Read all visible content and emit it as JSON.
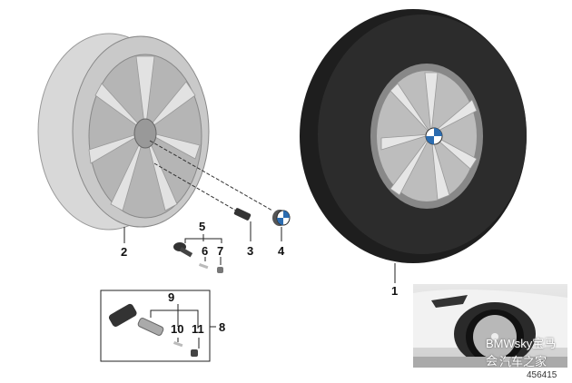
{
  "labels": {
    "p1": "1",
    "p2": "2",
    "p3": "3",
    "p4": "4",
    "p5": "5",
    "p6": "6",
    "p7": "7",
    "p8": "8",
    "p9": "9",
    "p10": "10",
    "p11": "11"
  },
  "watermark": "BMWsky宝马会",
  "watermark_line2": "汽车之家",
  "diagram_code": "456415"
}
